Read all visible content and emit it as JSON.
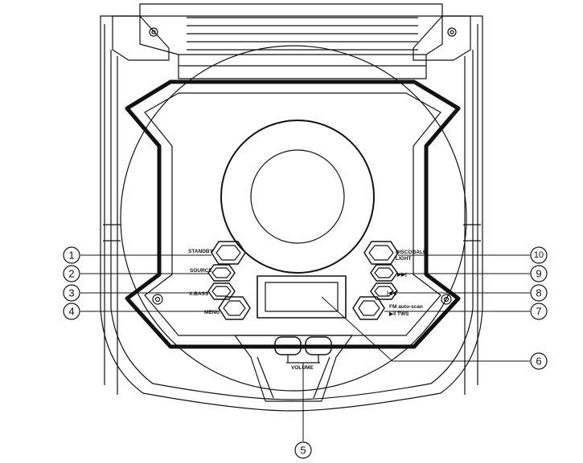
{
  "labels": {
    "standby": "STANDBY",
    "source": "SOURCE",
    "xbass": "X.BASS",
    "menu": "MENU",
    "discoball": "DISCOBALL",
    "light": "LIGHT",
    "next": "▶▶|",
    "prev": "|◀◀",
    "fm_scan": "FM auto-scan",
    "play_tws": "▶‖ TWS",
    "volume": "VOLUME"
  },
  "callouts": [
    "1",
    "2",
    "3",
    "4",
    "5",
    "6",
    "7",
    "8",
    "9",
    "10"
  ],
  "colors": {
    "ink": "#111111",
    "paper": "#ffffff"
  }
}
